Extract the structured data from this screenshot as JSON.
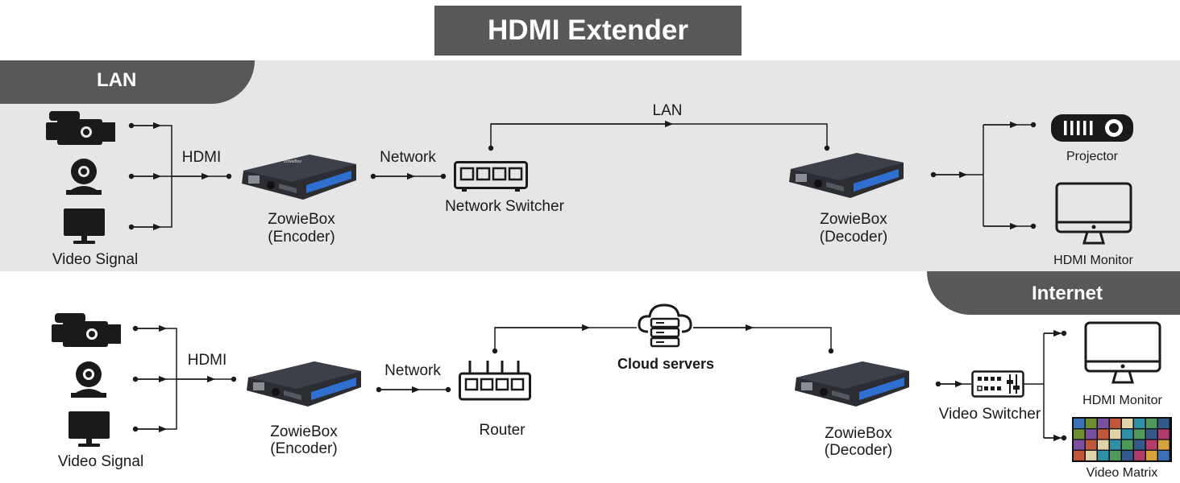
{
  "title": "HDMI Extender",
  "lan": {
    "tab_label": "LAN",
    "video_signal": "Video Signal",
    "hdmi": "HDMI",
    "encoder_name": "ZowieBox",
    "encoder_role": "(Encoder)",
    "network": "Network",
    "switcher": "Network Switcher",
    "link": "LAN",
    "decoder_name": "ZowieBox",
    "decoder_role": "(Decoder)",
    "projector": "Projector",
    "monitor": "HDMI Monitor"
  },
  "internet": {
    "tab_label": "Internet",
    "video_signal": "Video Signal",
    "hdmi": "HDMI",
    "encoder_name": "ZowieBox",
    "encoder_role": "(Encoder)",
    "network": "Network",
    "router": "Router",
    "cloud": "Cloud servers",
    "decoder_name": "ZowieBox",
    "decoder_role": "(Decoder)",
    "video_switcher": "Video Switcher",
    "monitor": "HDMI Monitor",
    "video_matrix": "Video Matrix"
  },
  "device_screen_text": "ZowieBox",
  "colors": {
    "banner": "#58585a",
    "band": "#e6e6e6",
    "line": "#1a1a1a",
    "device_body": "#2b2d33",
    "device_screen": "#2f6fd0"
  },
  "icons": [
    "camcorder-icon",
    "ptz-camera-icon",
    "monitor-icon",
    "network-switch-icon",
    "router-icon",
    "cloud-server-icon",
    "projector-icon",
    "video-switcher-icon",
    "video-wall-icon"
  ]
}
